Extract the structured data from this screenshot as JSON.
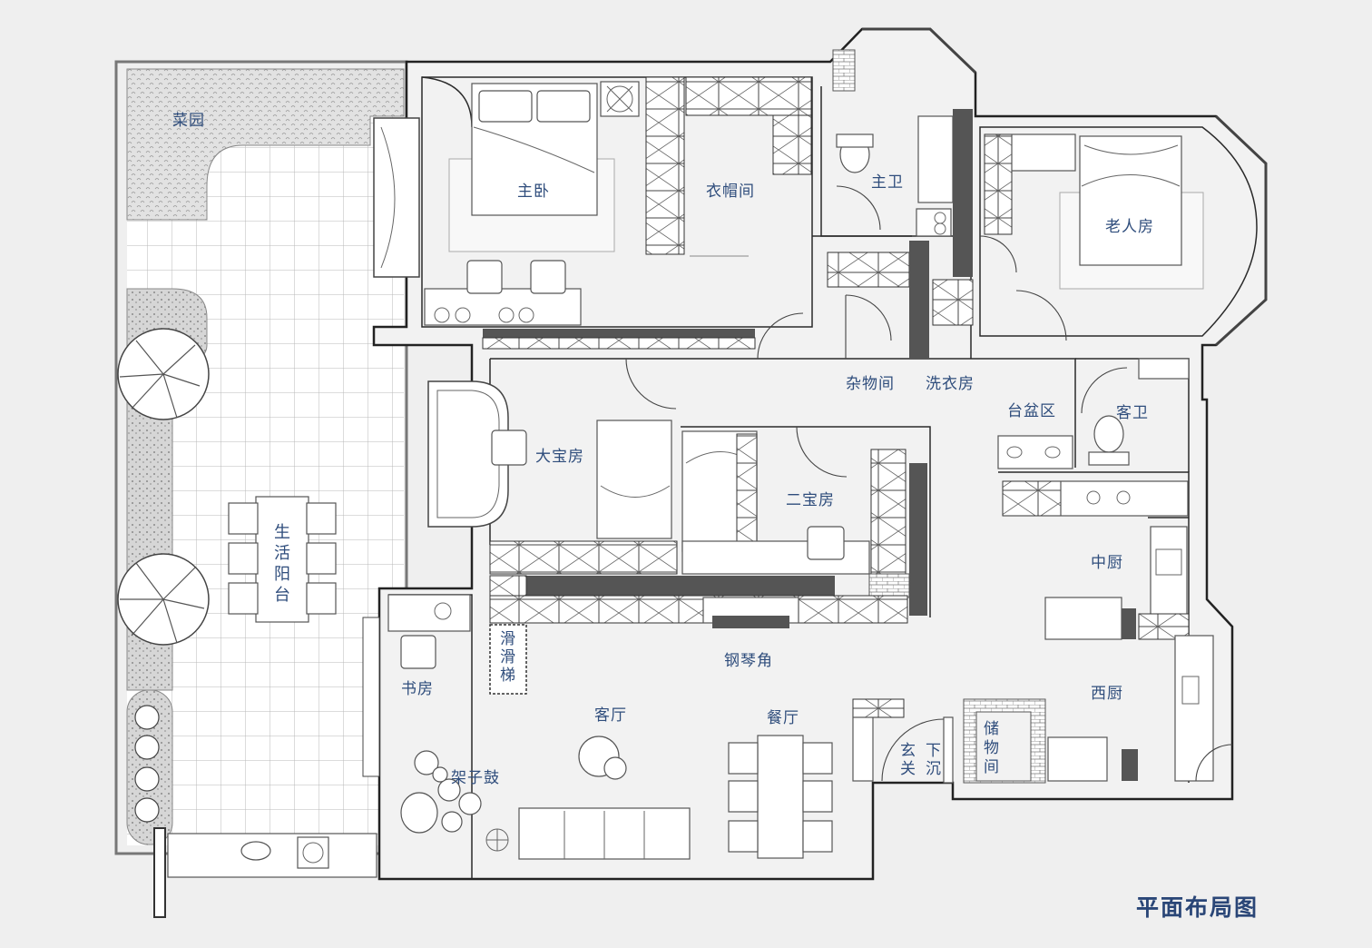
{
  "title": "平面布局图",
  "rooms": {
    "vegetable_garden": "菜园",
    "master_bedroom": "主卧",
    "cloakroom": "衣帽间",
    "master_bath": "主卫",
    "elder_room": "老人房",
    "storage_room": "杂物间",
    "laundry": "洗衣房",
    "basin_area": "台盆区",
    "guest_bath": "客卫",
    "eldest_child_room": "大宝房",
    "second_child_room": "二宝房",
    "living_balcony": [
      "生",
      "活",
      "阳",
      "台"
    ],
    "slide": [
      "滑",
      "滑",
      "梯"
    ],
    "piano_corner": "钢琴角",
    "study": "书房",
    "living_room": "客厅",
    "dining_room": "餐厅",
    "drum_kit": "架子鼓",
    "chinese_kitchen": "中厨",
    "western_kitchen": "西厨",
    "entrance": [
      "玄",
      "关"
    ],
    "sunken": [
      "下",
      "沉"
    ],
    "storage": [
      "储",
      "物",
      "间"
    ]
  },
  "colors": {
    "label": "#2f4d7c",
    "wall_dark": "#555555",
    "background": "#efefef"
  }
}
